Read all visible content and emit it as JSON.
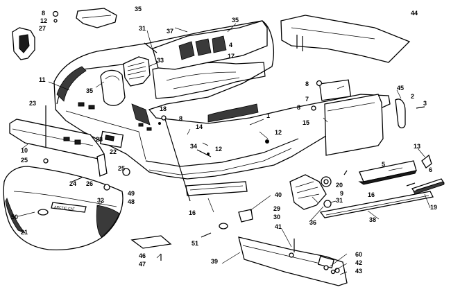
{
  "diagram": {
    "callouts": [
      {
        "id": "c8a",
        "label": "8"
      },
      {
        "id": "c12a",
        "label": "12"
      },
      {
        "id": "c27",
        "label": "27"
      },
      {
        "id": "c35a",
        "label": "35"
      },
      {
        "id": "c31a",
        "label": "31"
      },
      {
        "id": "c37",
        "label": "37"
      },
      {
        "id": "c35b",
        "label": "35"
      },
      {
        "id": "c4",
        "label": "4"
      },
      {
        "id": "c17",
        "label": "17"
      },
      {
        "id": "c44",
        "label": "44"
      },
      {
        "id": "c11",
        "label": "11"
      },
      {
        "id": "c33",
        "label": "33"
      },
      {
        "id": "c35c",
        "label": "35"
      },
      {
        "id": "c8b",
        "label": "8"
      },
      {
        "id": "c7",
        "label": "7"
      },
      {
        "id": "c45",
        "label": "45"
      },
      {
        "id": "c2",
        "label": "2"
      },
      {
        "id": "c3",
        "label": "3"
      },
      {
        "id": "c8c",
        "label": "8"
      },
      {
        "id": "c15",
        "label": "15"
      },
      {
        "id": "c23",
        "label": "23"
      },
      {
        "id": "c18",
        "label": "18"
      },
      {
        "id": "c8d",
        "label": "8"
      },
      {
        "id": "c1",
        "label": "1"
      },
      {
        "id": "c14",
        "label": "14"
      },
      {
        "id": "c12b",
        "label": "12"
      },
      {
        "id": "c28",
        "label": "28"
      },
      {
        "id": "c22",
        "label": "22"
      },
      {
        "id": "c34",
        "label": "34"
      },
      {
        "id": "c12c",
        "label": "12"
      },
      {
        "id": "c10",
        "label": "10"
      },
      {
        "id": "c25a",
        "label": "25"
      },
      {
        "id": "c13",
        "label": "13"
      },
      {
        "id": "c5",
        "label": "5"
      },
      {
        "id": "c6",
        "label": "6"
      },
      {
        "id": "c20",
        "label": "20"
      },
      {
        "id": "c9",
        "label": "9"
      },
      {
        "id": "c16a",
        "label": "16"
      },
      {
        "id": "c19",
        "label": "19"
      },
      {
        "id": "c25b",
        "label": "25"
      },
      {
        "id": "c24",
        "label": "24"
      },
      {
        "id": "c26",
        "label": "26"
      },
      {
        "id": "c49",
        "label": "49"
      },
      {
        "id": "c48",
        "label": "48"
      },
      {
        "id": "c32",
        "label": "32"
      },
      {
        "id": "c40",
        "label": "40"
      },
      {
        "id": "c29",
        "label": "29"
      },
      {
        "id": "c31b",
        "label": "31"
      },
      {
        "id": "c30",
        "label": "30"
      },
      {
        "id": "c16b",
        "label": "16"
      },
      {
        "id": "c38",
        "label": "38"
      },
      {
        "id": "c36",
        "label": "36"
      },
      {
        "id": "c50",
        "label": "50"
      },
      {
        "id": "c21",
        "label": "21"
      },
      {
        "id": "c41",
        "label": "41"
      },
      {
        "id": "c51",
        "label": "51"
      },
      {
        "id": "c46",
        "label": "46"
      },
      {
        "id": "c47",
        "label": "47"
      },
      {
        "id": "c39",
        "label": "39"
      },
      {
        "id": "c60",
        "label": "60"
      },
      {
        "id": "c42",
        "label": "42"
      },
      {
        "id": "c43",
        "label": "43"
      }
    ],
    "decal_text": "ARCTIC CAT"
  }
}
